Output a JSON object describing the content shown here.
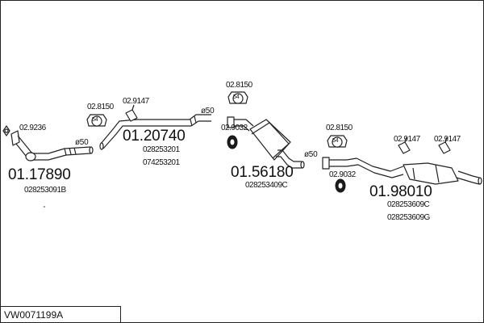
{
  "diagram_code": "VW0071199A",
  "colors": {
    "line": "#222222",
    "fill": "#ffffff",
    "clamp": "#1a1a1a"
  },
  "parts": [
    {
      "id": "front-pipe",
      "number": "01.17890",
      "oem": [
        "028253091B"
      ]
    },
    {
      "id": "middle-pipe",
      "number": "01.20740",
      "oem": [
        "028253201",
        "074253201"
      ]
    },
    {
      "id": "center-silencer",
      "number": "01.56180",
      "oem": [
        "028253409C"
      ]
    },
    {
      "id": "rear-silencer",
      "number": "01.98010",
      "oem": [
        "028253609C",
        "028253609G"
      ]
    }
  ],
  "accessories": {
    "gasket": "02.9236",
    "hanger_a": "02.8150",
    "hanger_b": "02.9147",
    "rubber": "02.9032",
    "hanger_badge": "54"
  },
  "diameters": {
    "d50": "ø50"
  }
}
